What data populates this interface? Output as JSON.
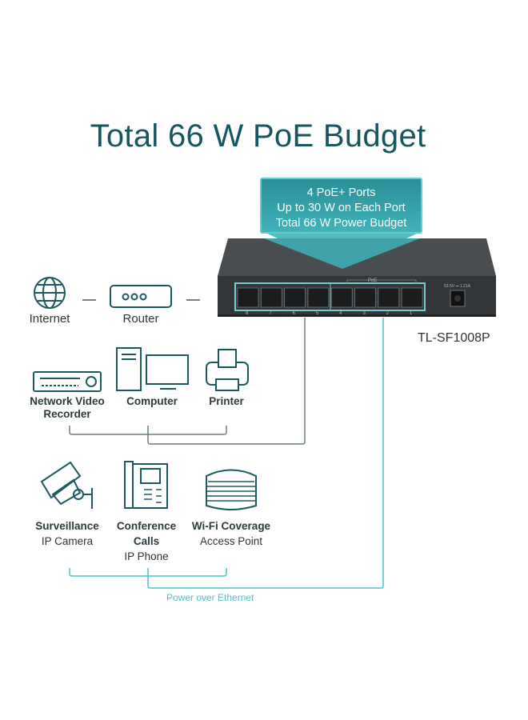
{
  "title": "Total 66 W PoE Budget",
  "callout": {
    "line1": "4 PoE+ Ports",
    "line2": "Up to 30 W on Each Port",
    "line3": "Total 66 W Power Budget"
  },
  "switch": {
    "model": "TL-SF1008P",
    "poe_group_label": "PoE",
    "port_numbers": [
      "8",
      "7",
      "6",
      "5",
      "4",
      "3",
      "2",
      "1"
    ],
    "power_label": "53.5V ⎓ 1.21A"
  },
  "network": {
    "internet": "Internet",
    "router": "Router"
  },
  "wired_devices": [
    {
      "label": "Network Video Recorder"
    },
    {
      "label": "Computer"
    },
    {
      "label": "Printer"
    }
  ],
  "poe_devices": [
    {
      "title": "Surveillance",
      "subtitle": "IP Camera"
    },
    {
      "title": "Conference Calls",
      "subtitle": "IP Phone"
    },
    {
      "title": "Wi-Fi Coverage",
      "subtitle": "Access Point"
    }
  ],
  "poe_label": "Power over Ethernet",
  "colors": {
    "title": "#17565e",
    "accent": "#4cc3c7",
    "icon": "#1e5960",
    "switch": "#3a3d40"
  }
}
